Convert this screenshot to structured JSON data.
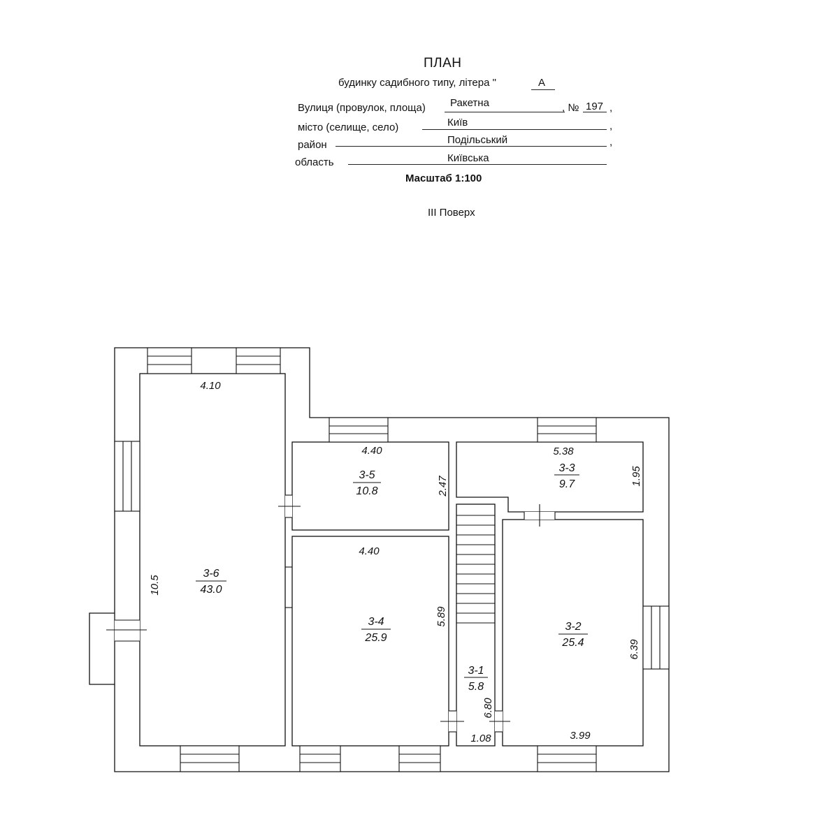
{
  "header": {
    "title": "ПЛАН",
    "subtitle": "будинку садибного типу, літера \"",
    "litera": "А",
    "street_label": "Вулиця (провулок, площа)",
    "street_value": "Ракетна",
    "number_label": ", №",
    "number_value": "197",
    "city_label": "місто (селище, село)",
    "city_value": "Київ",
    "district_label": "район",
    "district_value": "Подільський",
    "region_label": "область",
    "region_value": "Київська",
    "scale": "Масштаб  1:100",
    "floor": "III Поверх",
    "comma": ","
  },
  "plan": {
    "rooms": [
      {
        "id": "3-6",
        "area": "43.0"
      },
      {
        "id": "3-5",
        "area": "10.8"
      },
      {
        "id": "3-4",
        "area": "25.9"
      },
      {
        "id": "3-3",
        "area": "9.7"
      },
      {
        "id": "3-2",
        "area": "25.4"
      },
      {
        "id": "3-1",
        "area": "5.8"
      }
    ],
    "dimensions": {
      "r36_width": "4.10",
      "r36_length": "10.5",
      "r35_width": "4.40",
      "r35_depth": "2.47",
      "r34_width": "4.40",
      "r34_depth": "5.89",
      "r33_width": "5.38",
      "r33_depth": "1.95",
      "r32_depth": "6.39",
      "r32_width": "3.99",
      "r31_length": "6.80",
      "r31_width": "1.08"
    }
  }
}
